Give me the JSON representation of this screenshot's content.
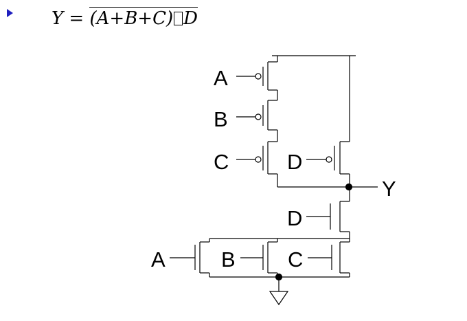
{
  "equation": {
    "lhs": "Y =",
    "over_text": "(A+B+C)",
    "after_box": "D"
  },
  "labels": {
    "p_a": "A",
    "p_b": "B",
    "p_c": "C",
    "p_d": "D",
    "out_y": "Y",
    "n_d": "D",
    "n_a": "A",
    "n_b": "B",
    "n_c": "C"
  },
  "colors": {
    "bullet": "#1f1fbf",
    "lines": "#000000"
  }
}
